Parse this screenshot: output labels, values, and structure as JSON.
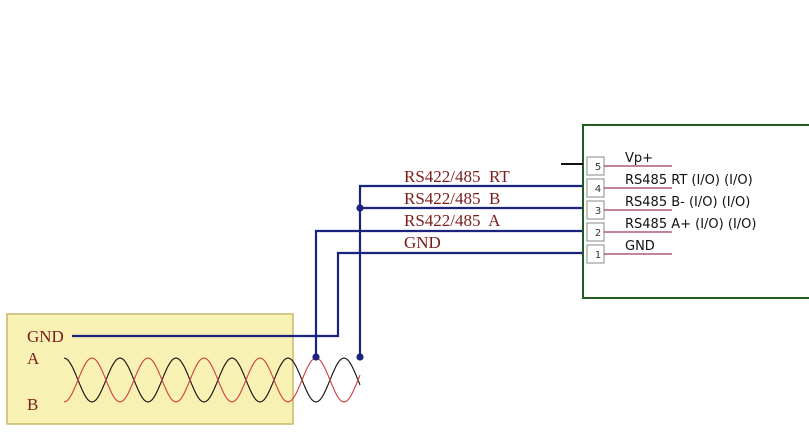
{
  "colors": {
    "wire": "#1a237e",
    "net_label": "#7b1b1b",
    "pin_line": "#9c3a5a",
    "box_border": "#1f5a1f",
    "cable_fill": "#f8f1b4",
    "cable_border": "#c8b96a",
    "twisted_a": "#111111",
    "twisted_b": "#d04040"
  },
  "nets": {
    "rt": "RS422/485  RT",
    "b": "RS422/485  B",
    "a": "RS422/485  A",
    "gnd": "GND"
  },
  "connector": {
    "pins": [
      {
        "number": "5",
        "label": "Vp+"
      },
      {
        "number": "4",
        "label": "RS485 RT (I/O) (I/O)"
      },
      {
        "number": "3",
        "label": "RS485 B- (I/O) (I/O)"
      },
      {
        "number": "2",
        "label": "RS485 A+ (I/O) (I/O)"
      },
      {
        "number": "1",
        "label": "GND"
      }
    ]
  },
  "cable": {
    "gnd_label": "GND",
    "a_label": "A",
    "b_label": "B"
  }
}
